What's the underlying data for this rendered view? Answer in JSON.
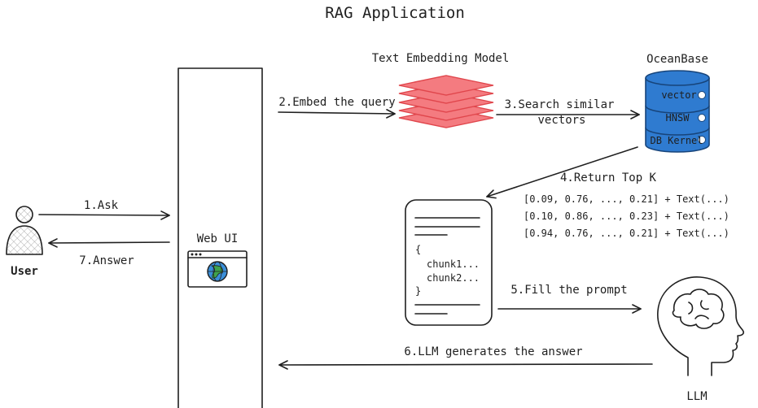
{
  "title": "RAG Application",
  "actors": {
    "user": "User",
    "llm": "LLM"
  },
  "components": {
    "web_ui": "Web UI",
    "embedding_model": "Text Embedding Model",
    "database": {
      "name": "OceanBase",
      "layers": [
        "vector",
        "HNSW",
        "DB Kernel"
      ]
    },
    "prompt_doc": {
      "open_brace": "{",
      "chunks": [
        "chunk1...",
        "chunk2..."
      ],
      "close_brace": "}"
    }
  },
  "steps": {
    "ask": "1.Ask",
    "embed": "2.Embed the query",
    "search_line1": "3.Search similar",
    "search_line2": "vectors",
    "return_topk": "4.Return Top K",
    "fill_prompt": "5.Fill the prompt",
    "generate": "6.LLM generates the answer",
    "answer": "7.Answer"
  },
  "results": [
    "[0.09, 0.76, ..., 0.21] + Text(...)",
    "[0.10, 0.86, ..., 0.23] + Text(...)",
    "[0.94, 0.76, ..., 0.21] + Text(...)"
  ],
  "colors": {
    "stroke": "#1f1f1f",
    "embedding_fill": "#f47b80",
    "embedding_stroke": "#e0464c",
    "db_fill": "#2f7bd0",
    "db_stroke": "#17447a",
    "globe": "#3a8fd9",
    "globe_land": "#3fa34d"
  },
  "icons": {
    "user": "user-icon",
    "llm": "head-brain-icon",
    "web_ui": "browser-globe-icon",
    "embedding": "stacked-layers-icon",
    "database": "database-cylinder-icon",
    "document": "document-icon"
  }
}
